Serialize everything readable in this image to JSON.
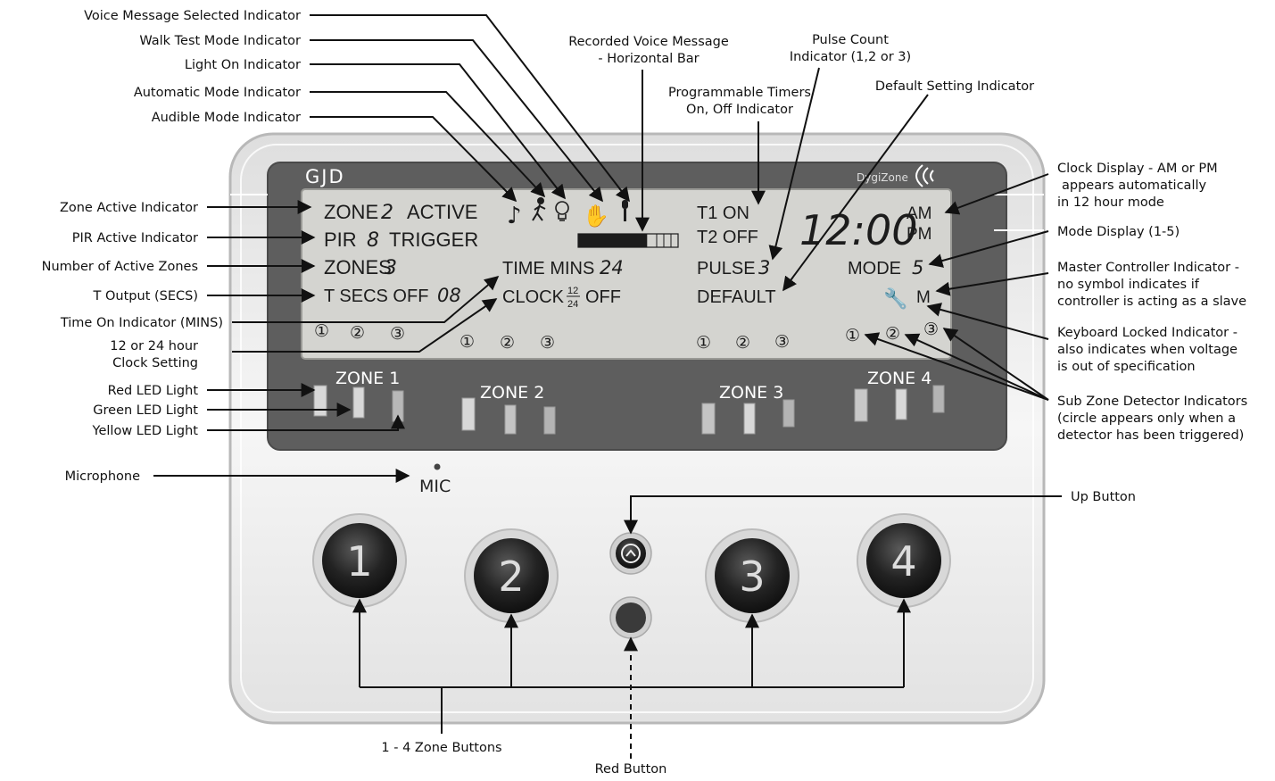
{
  "device": {
    "brand": "GJD",
    "product": "DygiZone",
    "mic_label": "MIC",
    "zone_labels": [
      "ZONE 1",
      "ZONE 2",
      "ZONE 3",
      "ZONE 4"
    ],
    "zone_buttons": [
      "1",
      "2",
      "3",
      "4"
    ],
    "sub_zone_marks": [
      "①",
      "②",
      "③"
    ],
    "lcd": {
      "zone_active": "ZONE",
      "zone_active_num": "2",
      "zone_active_word": "ACTIVE",
      "pir": "PIR",
      "pir_num": "8",
      "pir_word": "TRIGGER",
      "zones": "ZONES",
      "zones_num": "3",
      "t_secs": "T SECS OFF",
      "t_secs_num": "08",
      "time_mins": "TIME MINS",
      "time_mins_num": "24",
      "clock": "CLOCK",
      "clock_12": "12",
      "clock_24": "24",
      "clock_off": "OFF",
      "t1": "T1 ON",
      "t2": "T2 OFF",
      "pulse": "PULSE",
      "pulse_num": "3",
      "default": "DEFAULT",
      "clock_time": "12:00",
      "am": "AM",
      "pm": "PM",
      "mode": "MODE",
      "mode_num": "5",
      "master": "M",
      "voice_bar_level": 0.69
    }
  },
  "annotations": {
    "voice_message_selected": "Voice Message Selected Indicator",
    "walk_test": "Walk Test Mode Indicator",
    "light_on": "Light On Indicator",
    "automatic_mode": "Automatic Mode Indicator",
    "audible_mode": "Audible Mode Indicator",
    "recorded_voice_1": "Recorded Voice Message",
    "recorded_voice_2": "- Horizontal Bar",
    "pulse_count_1": "Pulse Count",
    "pulse_count_2": "Indicator (1,2 or 3)",
    "default_setting": "Default Setting Indicator",
    "prog_timers_1": "Programmable Timers",
    "prog_timers_2": "On, Off Indicator",
    "zone_active": "Zone Active Indicator",
    "pir_active": "PIR Active Indicator",
    "num_active_zones": "Number of Active Zones",
    "t_output": "T Output (SECS)",
    "time_on": "Time On Indicator (MINS)",
    "clock_setting_1": "12 or 24 hour",
    "clock_setting_2": "Clock Setting",
    "red_led": "Red LED Light",
    "green_led": "Green LED Light",
    "yellow_led": "Yellow LED Light",
    "microphone": "Microphone",
    "clock_display_1": "Clock Display - AM or PM",
    "clock_display_2": "appears automatically",
    "clock_display_3": "in 12 hour mode",
    "mode_display": "Mode Display (1-5)",
    "master_1": "Master Controller Indicator -",
    "master_2": "no symbol indicates if",
    "master_3": "controller is acting as a slave",
    "keyboard_1": "Keyboard Locked Indicator -",
    "keyboard_2": "also indicates when voltage",
    "keyboard_3": "is out of specification",
    "sub_zone_1": "Sub Zone Detector Indicators",
    "sub_zone_2": "(circle appears only when a",
    "sub_zone_3": "detector has been triggered)",
    "up_button": "Up Button",
    "zone_buttons": "1 - 4 Zone Buttons",
    "red_button": "Red Button"
  },
  "colors": {
    "bezel": "#5e5e5e",
    "lcd": "#d4d4d0",
    "panel": "#ececec",
    "button": "#2a2a2a"
  }
}
